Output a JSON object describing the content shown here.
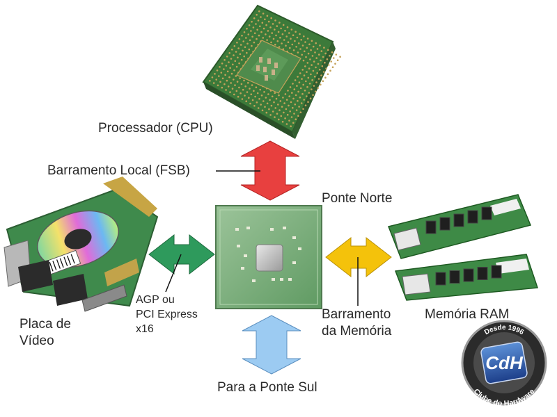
{
  "labels": {
    "cpu": "Processador (CPU)",
    "fsb": "Barramento Local (FSB)",
    "north_bridge": "Ponte Norte",
    "agp_bus": [
      "AGP ou",
      "PCI Express",
      "x16"
    ],
    "video_card": [
      "Placa de",
      "Vídeo"
    ],
    "memory_bus": [
      "Barramento",
      "da Memória"
    ],
    "ram": "Memória RAM",
    "south_bridge": "Para a Ponte Sul"
  },
  "logo": {
    "top_text": "Desde 1996",
    "center_text": "CdH",
    "bottom_text": "Clube do Hardware"
  },
  "colors": {
    "fsb_arrow": "#e8403f",
    "agp_arrow": "#2e9a5c",
    "memory_arrow": "#f4c20b",
    "south_arrow": "#9ccbf2",
    "pcb_green": "#3f8a4c",
    "cpu_pcb": "#3c7a3a",
    "cpu_pins": "#c4a25a"
  }
}
